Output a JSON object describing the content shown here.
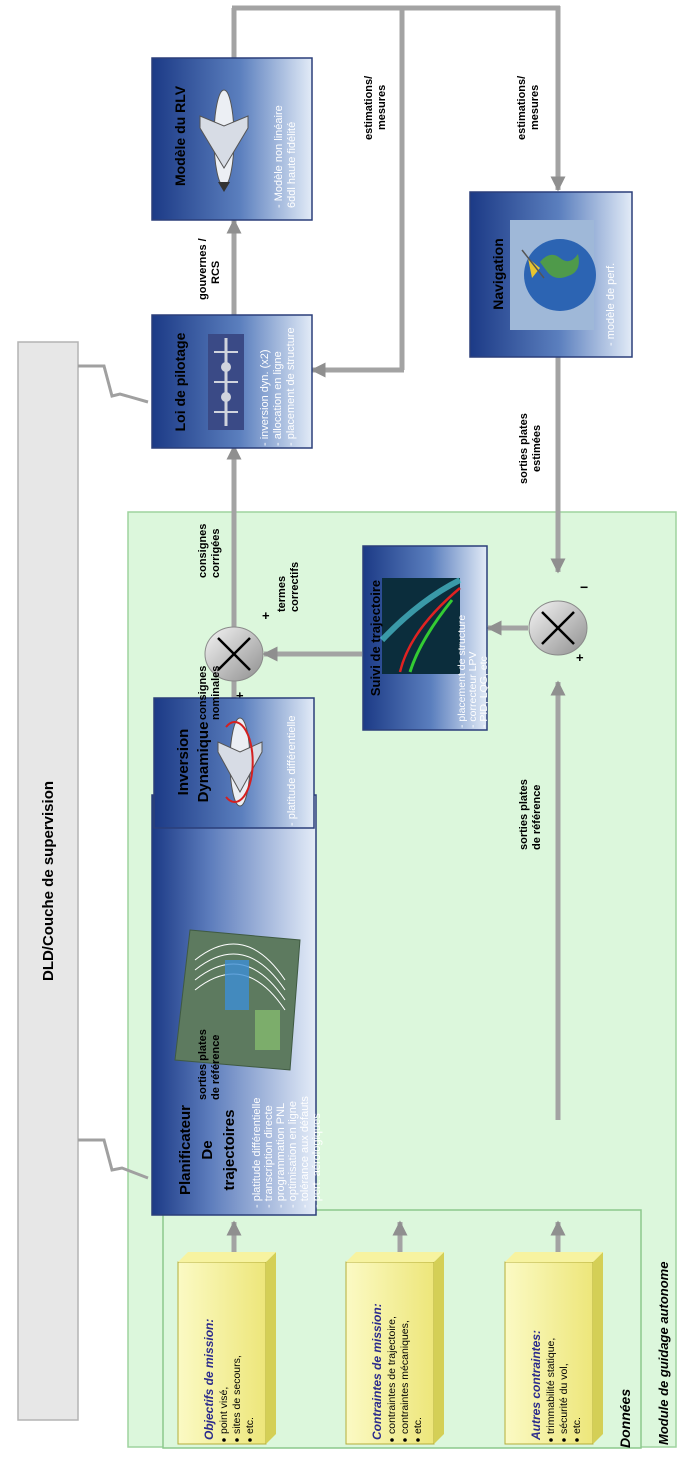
{
  "supervision": {
    "label": "DLD/Couche de supervision"
  },
  "module_label": "Module de guidage autonome",
  "donnees_label": "Données",
  "blocks": {
    "planificateur": {
      "title_lines": [
        "Planificateur",
        "De",
        "trajectoires"
      ],
      "items": [
        "- platitude différentielle",
        "- transcription directe",
        "- programmation PNL",
        "- optimisation en ligne",
        "- tolérance aux défauts",
        "- pert. aérologiques"
      ]
    },
    "inversion": {
      "title_lines": [
        "Inversion",
        "Dynamique"
      ],
      "items": [
        "- platitude différentielle"
      ]
    },
    "suivi": {
      "title_lines": [
        "Suivi de trajectoire"
      ],
      "items": [
        "- placement de structure",
        "- correcteur LPV",
        "- PID, LQG, etc"
      ]
    },
    "loi": {
      "title_lines": [
        "Loi de pilotage"
      ],
      "items": [
        "- inversion dyn. (x2)",
        "- allocation en ligne",
        "- placement de structure"
      ]
    },
    "modele": {
      "title_lines": [
        "Modèle du RLV"
      ],
      "items": [
        "- Modèle non linéaire",
        "6ddl haute fidélité"
      ]
    },
    "navigation": {
      "title_lines": [
        "Navigation"
      ],
      "items": [
        "- modèle de perf."
      ]
    }
  },
  "data_boxes": [
    {
      "title": "Objectifs de mission:",
      "items": [
        "point visé,",
        "sites de secours,",
        "etc."
      ]
    },
    {
      "title": "Contraintes de mission:",
      "items": [
        "contraintes de trajectoire,",
        "contraintes mécaniques,",
        "etc."
      ]
    },
    {
      "title": "Autres contraintes:",
      "items": [
        "trimmabilité statique,",
        "sécurité du vol,",
        "etc."
      ]
    }
  ],
  "labels": {
    "sorties_ref_top": [
      "sorties plates",
      "de référence"
    ],
    "consignes_nominales": [
      "consignes",
      "nominales"
    ],
    "consignes_corrigees": [
      "consignes",
      "corrigées"
    ],
    "termes_correctifs": [
      "termes",
      "correctifs"
    ],
    "gouvernes": [
      "gouvernes /",
      "RCS"
    ],
    "estimations_1": [
      "estimations/",
      "mesures"
    ],
    "estimations_2": [
      "estimations/",
      "mesures"
    ],
    "sorties_ref_bottom": [
      "sorties plates",
      "de référence"
    ],
    "sorties_estimees": [
      "sorties plates",
      "estimées"
    ],
    "plus": "+",
    "minus": "−"
  },
  "colors": {
    "block_dark": "#1f3f8c",
    "block_light": "#dbe6f5",
    "module_bg": "#dcf7dc",
    "module_border": "#9ed39e",
    "data_box": "#f2ef86",
    "data_title": "#2b2b8c",
    "pipe": "#a3a3a3"
  }
}
